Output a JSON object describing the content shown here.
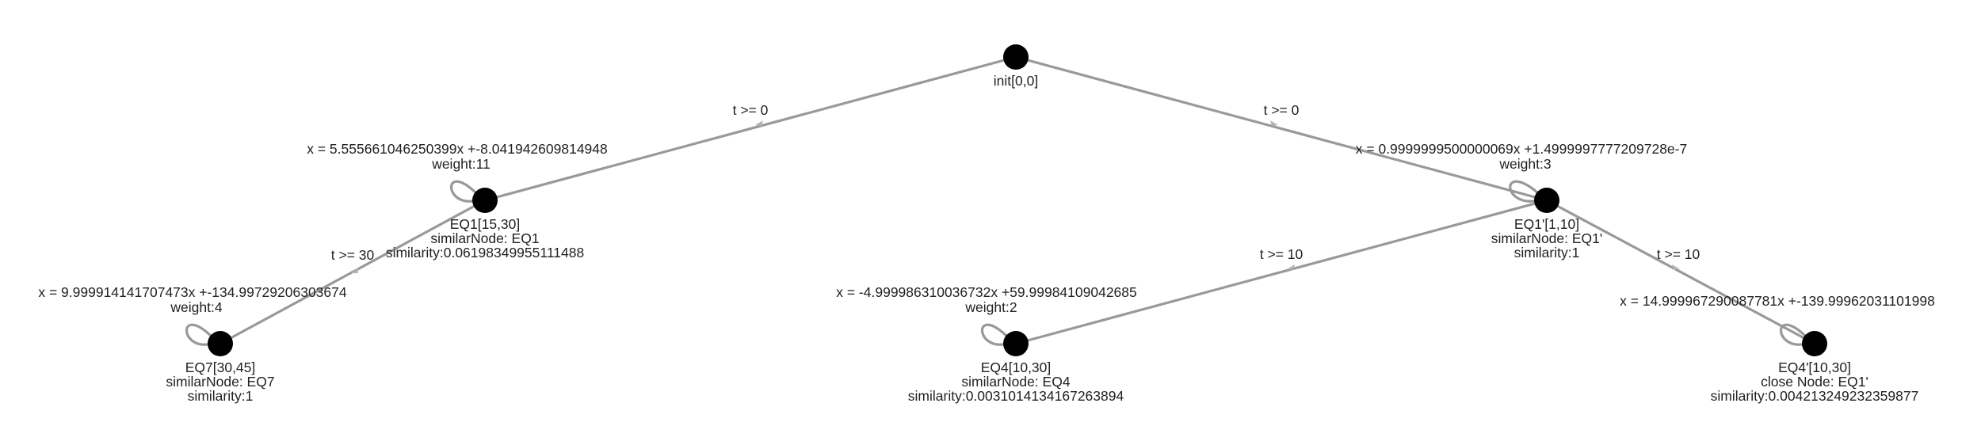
{
  "nodes": {
    "init": {
      "label": "init[0,0]"
    },
    "eq1": {
      "label": "EQ1[15,30]",
      "similar_node": "similarNode: EQ1",
      "similarity": "similarity:0.06198349955111488",
      "loop_equation": "x = 5.555661046250399x +-8.041942609814948",
      "loop_weight": "weight:11"
    },
    "eq1p": {
      "label": "EQ1'[1,10]",
      "similar_node": "similarNode: EQ1'",
      "similarity": "similarity:1",
      "loop_equation": "x = 0.9999999500000069x +1.4999997777209728e-7",
      "loop_weight": "weight:3"
    },
    "eq7": {
      "label": "EQ7[30,45]",
      "similar_node": "similarNode: EQ7",
      "similarity": "similarity:1",
      "loop_equation": "x = 9.999914141707473x +-134.99729206303674",
      "loop_weight": "weight:4"
    },
    "eq4": {
      "label": "EQ4[10,30]",
      "similar_node": "similarNode: EQ4",
      "similarity": "similarity:0.0031014134167263894",
      "loop_equation": "x = -4.999986310036732x +59.99984109042685",
      "loop_weight": "weight:2"
    },
    "eq4p": {
      "label": "EQ4'[10,30]",
      "similar_node": "close Node: EQ1'",
      "similarity": "similarity:0.004213249232359877",
      "loop_equation": "x = 14.999967290087781x +-139.99962031101998"
    }
  },
  "edges": {
    "init_eq1": "t >= 0",
    "init_eq1p": "t >= 0",
    "eq1_eq7": "t >= 30",
    "eq1p_eq4": "t >= 10",
    "eq1p_eq4p": "t >= 10"
  },
  "colors": {
    "node": "#000000",
    "edge": "#999999",
    "text": "#222222"
  }
}
